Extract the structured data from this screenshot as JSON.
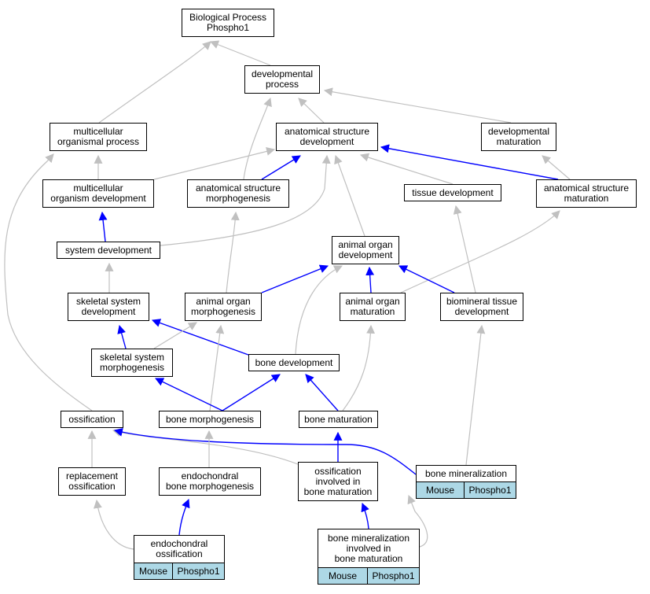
{
  "colors": {
    "is_a": "#c0c0c0",
    "part_of": "#0000ff",
    "annotation": "#add8e6"
  },
  "nodes": {
    "bp": "Biological Process\nPhospho1",
    "dev_proc": "developmental\nprocess",
    "multi_proc": "multicellular\norganismal process",
    "anat_dev": "anatomical structure\ndevelopment",
    "dev_mat": "developmental\nmaturation",
    "multi_dev": "multicellular\norganism development",
    "anat_morph": "anatomical structure\nmorphogenesis",
    "tissue_dev": "tissue development",
    "anat_mat": "anatomical structure\nmaturation",
    "sys_dev": "system development",
    "organ_dev": "animal organ\ndevelopment",
    "skel_dev": "skeletal system\ndevelopment",
    "organ_morph": "animal organ\nmorphogenesis",
    "organ_mat": "animal organ\nmaturation",
    "biomin": "biomineral tissue\ndevelopment",
    "skel_morph": "skeletal system\nmorphogenesis",
    "bone_dev": "bone development",
    "ossif": "ossification",
    "bone_morph": "bone morphogenesis",
    "bone_mat": "bone maturation",
    "repl_ossif": "replacement\nossification",
    "endo_morph": "endochondral\nbone morphogenesis",
    "ossif_mat": "ossification\ninvolved in\nbone maturation",
    "bone_min": "bone mineralization",
    "endo_ossif": "endochondral\nossification",
    "bmin_mat": "bone mineralization\ninvolved in\nbone maturation"
  },
  "annotations": {
    "bone_min": [
      "Mouse",
      "Phospho1"
    ],
    "endo_ossif": [
      "Mouse",
      "Phospho1"
    ],
    "bmin_mat": [
      "Mouse",
      "Phospho1"
    ]
  },
  "edges": [
    {
      "from": "dev_proc",
      "to": "bp",
      "type": "is_a"
    },
    {
      "from": "multi_proc",
      "to": "bp",
      "type": "is_a"
    },
    {
      "from": "anat_dev",
      "to": "dev_proc",
      "type": "is_a"
    },
    {
      "from": "dev_mat",
      "to": "dev_proc",
      "type": "is_a"
    },
    {
      "from": "anat_morph",
      "to": "dev_proc",
      "type": "is_a"
    },
    {
      "from": "multi_dev",
      "to": "multi_proc",
      "type": "is_a"
    },
    {
      "from": "ossif",
      "to": "multi_proc",
      "type": "is_a"
    },
    {
      "from": "multi_dev",
      "to": "anat_dev",
      "type": "is_a"
    },
    {
      "from": "anat_morph",
      "to": "anat_dev",
      "type": "part_of"
    },
    {
      "from": "tissue_dev",
      "to": "anat_dev",
      "type": "is_a"
    },
    {
      "from": "anat_mat",
      "to": "anat_dev",
      "type": "part_of"
    },
    {
      "from": "sys_dev",
      "to": "anat_dev",
      "type": "is_a"
    },
    {
      "from": "organ_dev",
      "to": "anat_dev",
      "type": "is_a"
    },
    {
      "from": "anat_mat",
      "to": "dev_mat",
      "type": "is_a"
    },
    {
      "from": "sys_dev",
      "to": "multi_dev",
      "type": "part_of"
    },
    {
      "from": "skel_dev",
      "to": "sys_dev",
      "type": "is_a"
    },
    {
      "from": "organ_morph",
      "to": "anat_morph",
      "type": "is_a"
    },
    {
      "from": "biomin",
      "to": "tissue_dev",
      "type": "is_a"
    },
    {
      "from": "organ_mat",
      "to": "anat_mat",
      "type": "is_a"
    },
    {
      "from": "organ_morph",
      "to": "organ_dev",
      "type": "part_of"
    },
    {
      "from": "organ_mat",
      "to": "organ_dev",
      "type": "part_of"
    },
    {
      "from": "biomin",
      "to": "organ_dev",
      "type": "part_of"
    },
    {
      "from": "bone_dev",
      "to": "organ_dev",
      "type": "is_a"
    },
    {
      "from": "skel_morph",
      "to": "skel_dev",
      "type": "part_of"
    },
    {
      "from": "bone_dev",
      "to": "skel_dev",
      "type": "part_of"
    },
    {
      "from": "skel_morph",
      "to": "organ_morph",
      "type": "is_a"
    },
    {
      "from": "bone_morph",
      "to": "organ_morph",
      "type": "is_a"
    },
    {
      "from": "bone_mat",
      "to": "organ_mat",
      "type": "is_a"
    },
    {
      "from": "bone_min",
      "to": "biomin",
      "type": "is_a"
    },
    {
      "from": "bone_morph",
      "to": "skel_morph",
      "type": "part_of"
    },
    {
      "from": "bone_morph",
      "to": "bone_dev",
      "type": "part_of"
    },
    {
      "from": "bone_mat",
      "to": "bone_dev",
      "type": "part_of"
    },
    {
      "from": "repl_ossif",
      "to": "ossif",
      "type": "is_a"
    },
    {
      "from": "ossif_mat",
      "to": "ossif",
      "type": "is_a"
    },
    {
      "from": "bone_min",
      "to": "ossif",
      "type": "part_of"
    },
    {
      "from": "endo_morph",
      "to": "bone_morph",
      "type": "is_a"
    },
    {
      "from": "ossif_mat",
      "to": "bone_mat",
      "type": "part_of"
    },
    {
      "from": "endo_ossif",
      "to": "repl_ossif",
      "type": "is_a"
    },
    {
      "from": "endo_ossif",
      "to": "endo_morph",
      "type": "part_of"
    },
    {
      "from": "bmin_mat",
      "to": "ossif_mat",
      "type": "part_of"
    },
    {
      "from": "bmin_mat",
      "to": "bone_min",
      "type": "is_a"
    }
  ]
}
